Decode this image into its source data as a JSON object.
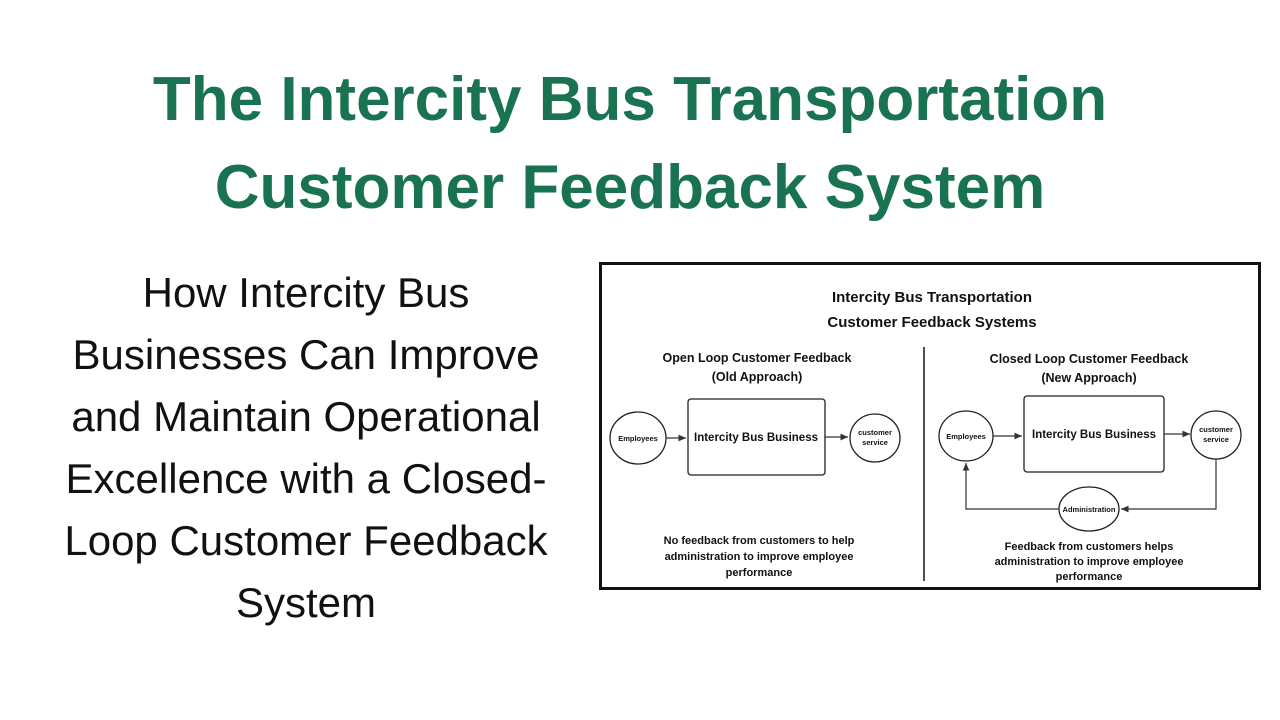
{
  "title": {
    "line1": "The Intercity Bus Transportation",
    "line2": "Customer Feedback System"
  },
  "subtitle": {
    "lines": [
      "How Intercity Bus",
      "Businesses Can Improve",
      "and Maintain Operational",
      "Excellence with a Closed-",
      "Loop Customer Feedback",
      "System"
    ]
  },
  "figure": {
    "heading_line1": "Intercity Bus Transportation",
    "heading_line2": "Customer Feedback Systems",
    "open_loop": {
      "title_line1": "Open Loop Customer Feedback",
      "title_line2": "(Old Approach)",
      "employees": "Employees",
      "business": "Intercity Bus Business",
      "customer_line1": "customer",
      "customer_line2": "service",
      "note_line1": "No feedback from customers to help",
      "note_line2": "administration to improve employee",
      "note_line3": "performance"
    },
    "closed_loop": {
      "title_line1": "Closed Loop Customer Feedback",
      "title_line2": "(New Approach)",
      "employees": "Employees",
      "business": "Intercity Bus Business",
      "customer_line1": "customer",
      "customer_line2": "service",
      "administration": "Administration",
      "note_line1": "Feedback from customers helps",
      "note_line2": "administration to improve employee",
      "note_line3": "performance"
    }
  },
  "colors": {
    "title": "#1a7350",
    "text": "#111111",
    "border": "#111111"
  }
}
